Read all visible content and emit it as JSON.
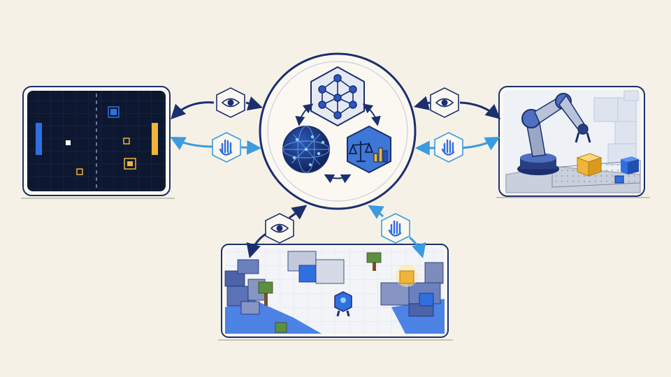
{
  "colors": {
    "background": "#f6f1e7",
    "navy": "#1b2f6e",
    "blue": "#2f6fe0",
    "light_blue": "#3a9be0",
    "gold": "#f0b43a",
    "panel_dark": "#0d1730",
    "green": "#5e8f3e",
    "grey_block": "#c9d0dd"
  },
  "icons": {
    "perception": "eye-icon",
    "action": "hand-icon",
    "network": "neural-network-icon",
    "world_model": "globe-network-icon",
    "evaluation": "scale-chart-icon",
    "robot": "robot-arm-icon",
    "agent": "agent-robot-icon"
  },
  "environments": [
    "pong-game-environment",
    "robot-arm-environment",
    "voxel-3d-world-environment"
  ]
}
